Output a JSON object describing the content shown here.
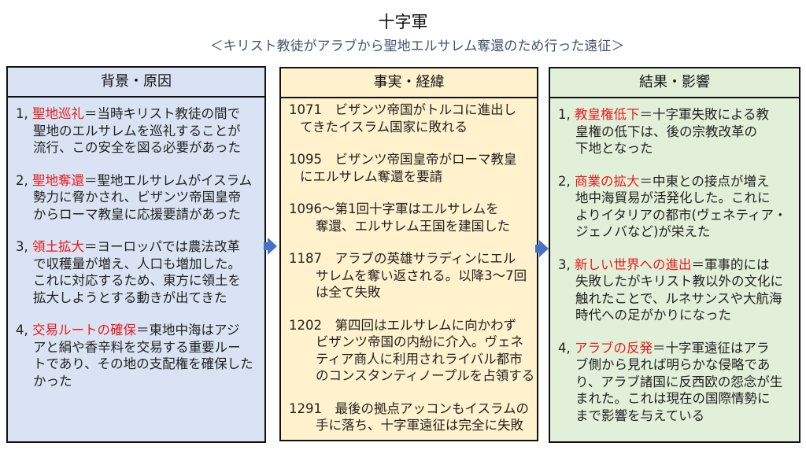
{
  "title": "十字軍",
  "subtitle": "＜キリスト教徒がアラブから聖地エルサレム奪還のため行った遠征＞",
  "colors": {
    "accent_red": "#e81c1c",
    "col1_bg": "#dae3f3",
    "col2_bg": "#fff2cc",
    "col3_bg": "#e2f0d9",
    "arrow": "#4472c4"
  },
  "columns": [
    {
      "heading": "背景・原因",
      "items": [
        {
          "num": "1, ",
          "key": "聖地巡礼",
          "first": "＝当時キリスト教徒の間で",
          "lines": [
            "聖地のエルサレムを巡礼することが",
            "流行、この安全を図る必要があった"
          ]
        },
        {
          "num": "2, ",
          "key": "聖地奪還",
          "first": "＝聖地エルサレムがイスラム",
          "lines": [
            "勢力に脅かされ、ビザンツ帝国皇帝",
            "からローマ教皇に応援要請があった"
          ]
        },
        {
          "num": "3, ",
          "key": "領土拡大",
          "first": "＝ヨーロッパでは農法改革",
          "lines": [
            "で収穫量が増え、人口も増加した。",
            "これに対応するため、東方に領土を",
            "拡大しようとする動きが出てきた"
          ]
        },
        {
          "num": "4, ",
          "key": "交易ルートの確保",
          "first": "＝東地中海はアジ",
          "lines": [
            "アと絹や香辛料を交易する重要ルー",
            "トであり、その地の支配権を確保した",
            "かった"
          ]
        }
      ]
    },
    {
      "heading": "事実・経緯",
      "items": [
        {
          "num": "1071　",
          "key": "",
          "first": "ビザンツ帝国がトルコに進出し",
          "lines": [
            "てきたイスラム国家に敗れる"
          ]
        },
        {
          "num": "1095　",
          "key": "",
          "first": "ビザンツ帝国皇帝がローマ教皇",
          "lines": [
            "にエルサレム奪還を要請"
          ]
        },
        {
          "num": "1096～",
          "key": "",
          "first": "第1回十字軍はエルサレムを",
          "lines": [
            "奪還、エルサレム王国を建国した"
          ]
        },
        {
          "num": "1187　",
          "key": "",
          "first": "アラブの英雄サラディンにエル",
          "lines": [
            "サレムを奪い返される。以降3～7回",
            "は全て失敗"
          ]
        },
        {
          "num": "1202　",
          "key": "",
          "first": "第四回はエルサレムに向かわず",
          "lines": [
            "ビザンツ帝国の内紛に介入。ヴェネ",
            "ティア商人に利用されライバル都市",
            "のコンスタンティノープルを占領する"
          ]
        },
        {
          "num": "1291　",
          "key": "",
          "first": "最後の拠点アッコンもイスラムの",
          "lines": [
            "手に落ち、十字軍遠征は完全に失敗"
          ]
        }
      ]
    },
    {
      "heading": "結果・影響",
      "items": [
        {
          "num": "1, ",
          "key": "教皇権低下",
          "first": "＝十字軍失敗による教",
          "lines": [
            "皇権の低下は、後の宗教改革の",
            "下地となった"
          ]
        },
        {
          "num": "2, ",
          "key": "商業の拡大",
          "first": "＝中東との接点が増え",
          "lines": [
            "地中海貿易が活発化した。これに",
            "よりイタリアの都市(ヴェネティア・",
            "ジェノバなど)が栄えた"
          ]
        },
        {
          "num": "3, ",
          "key": "新しい世界への進出",
          "first": "＝軍事的には",
          "lines": [
            "失敗したがキリスト教以外の文化に",
            "触れたことで、ルネサンスや大航海",
            "時代への足がかりになった"
          ]
        },
        {
          "num": "4, ",
          "key": "アラブの反発",
          "first": "＝十字軍遠征はアラ",
          "lines": [
            "ブ側から見れば明らかな侵略であ",
            "り、アラブ諸国に反西欧の怨念が生",
            "まれた。これは現在の国際情勢に",
            "まで影響を与えている"
          ]
        }
      ]
    }
  ]
}
